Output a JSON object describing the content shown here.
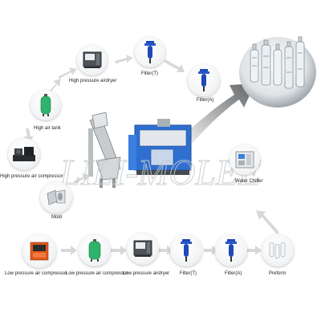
{
  "watermark": "LILI-MOLEE",
  "components": [
    {
      "id": "high-pressure-airdryer",
      "label": "High pressure airdryer"
    },
    {
      "id": "filter-t-top",
      "label": "Filter(T)"
    },
    {
      "id": "filter-a-top",
      "label": "Filter(A)"
    },
    {
      "id": "high-air-tank",
      "label": "High air tank"
    },
    {
      "id": "high-pressure-air-compressor",
      "label": "High pressure air compressor"
    },
    {
      "id": "mold",
      "label": "Mold"
    },
    {
      "id": "water-chiller",
      "label": "Water Chiller"
    },
    {
      "id": "low-pressure-air-compressor-1",
      "label": "Low pressure air compressor"
    },
    {
      "id": "low-pressure-air-compressor-2",
      "label": "Low pressure air compressor"
    },
    {
      "id": "low-pressure-airdryer",
      "label": "Low pressure airdryer"
    },
    {
      "id": "filter-t-bottom",
      "label": "Filter(T)"
    },
    {
      "id": "filter-a-bottom",
      "label": "Filter(A)"
    },
    {
      "id": "preform",
      "label": "Preform"
    }
  ],
  "colors": {
    "arrow": "#d4d6d8",
    "big_arrow": "#7a7d80",
    "machine_blue": "#2f6fd0",
    "filter_blue": "#1f49b8",
    "tank_green": "#2db36a"
  }
}
